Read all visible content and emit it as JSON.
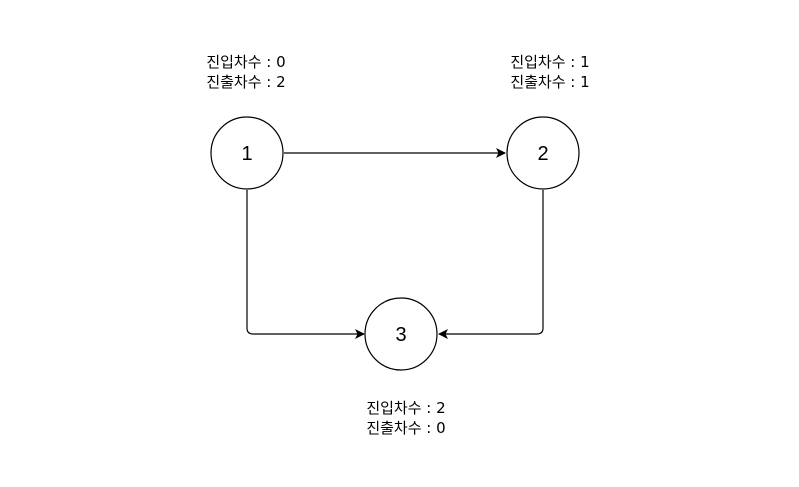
{
  "colors": {
    "stroke": "#000000",
    "background": "#ffffff"
  },
  "nodes": [
    {
      "id": "1",
      "label": "1",
      "indegree_text": "진입차수 : 0",
      "outdegree_text": "진출차수 : 2"
    },
    {
      "id": "2",
      "label": "2",
      "indegree_text": "진입차수 : 1",
      "outdegree_text": "진출차수 : 1"
    },
    {
      "id": "3",
      "label": "3",
      "indegree_text": "진입차수 : 2",
      "outdegree_text": "진출차수 : 0"
    }
  ],
  "edges": [
    {
      "from": "1",
      "to": "2"
    },
    {
      "from": "1",
      "to": "3"
    },
    {
      "from": "2",
      "to": "3"
    }
  ]
}
